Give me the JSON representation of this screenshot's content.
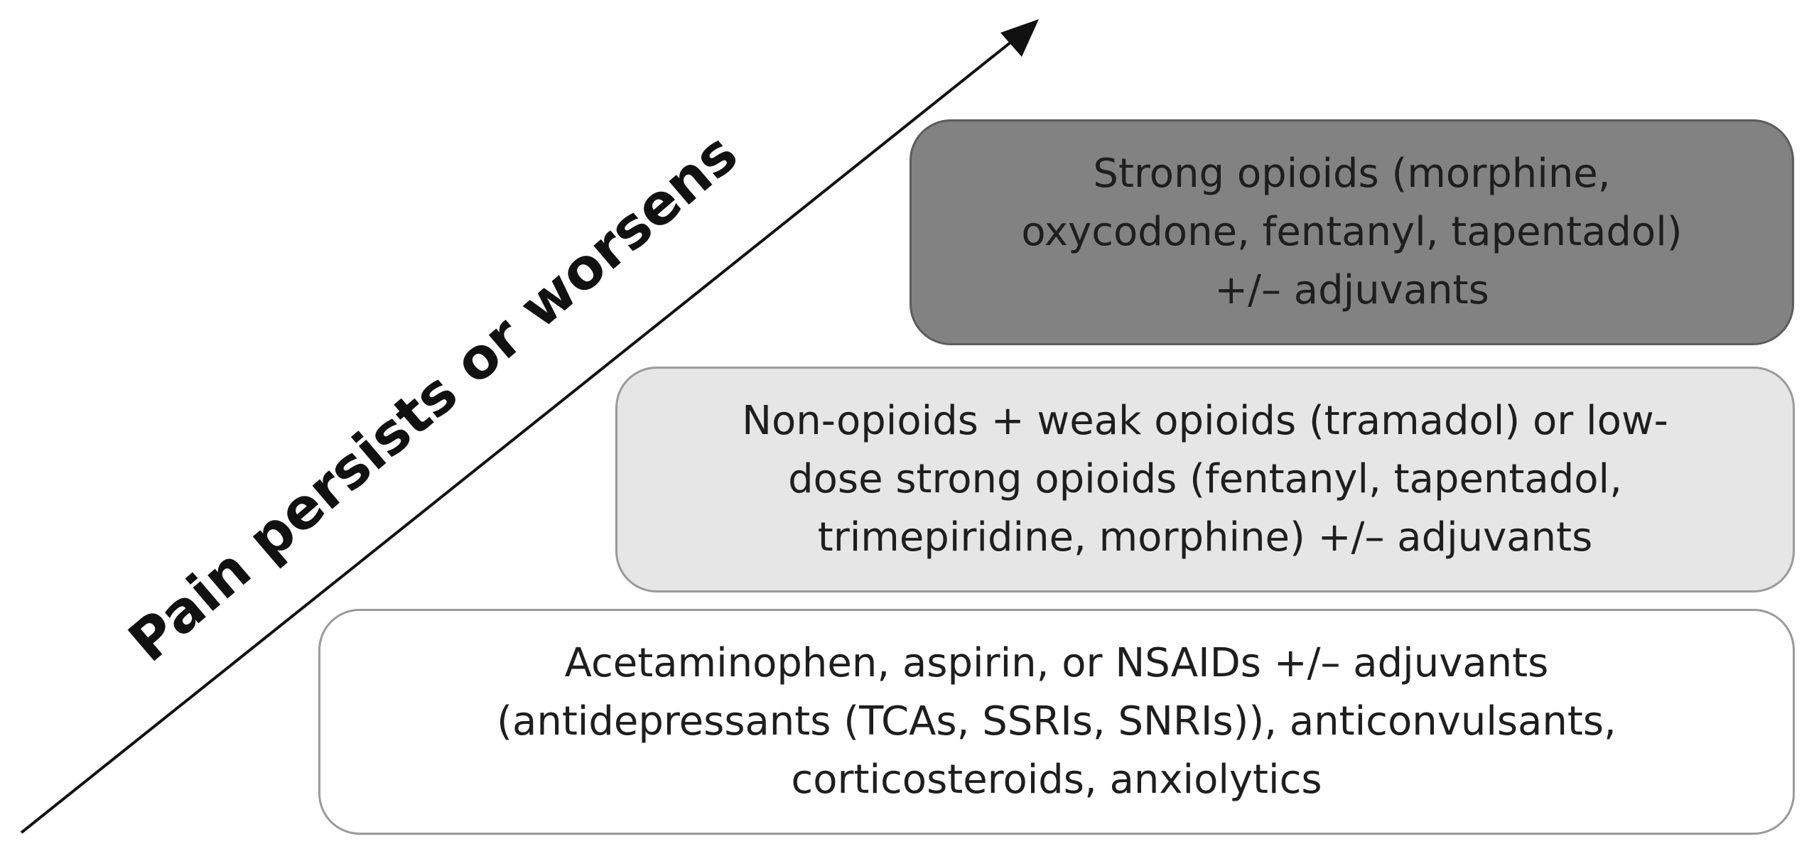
{
  "diagram": {
    "axis_label": "Pain persists or worsens",
    "steps": [
      {
        "level": 3,
        "lines": [
          "Strong opioids (morphine,",
          "oxycodone, fentanyl, tapentadol)",
          "+/– adjuvants"
        ],
        "fill_color": "#828282"
      },
      {
        "level": 2,
        "lines": [
          "Non-opioids + weak opioids (tramadol) or low-",
          "dose strong opioids (fentanyl, tapentadol,",
          "trimepiridine, morphine) +/– adjuvants"
        ],
        "fill_color": "#e6e6e6"
      },
      {
        "level": 1,
        "lines": [
          "Acetaminophen, aspirin, or NSAIDs +/– adjuvants",
          "(antidepressants (TCAs, SSRIs, SNRIs)), anticonvulsants,",
          "corticosteroids, anxiolytics"
        ],
        "fill_color": "#ffffff"
      }
    ]
  }
}
